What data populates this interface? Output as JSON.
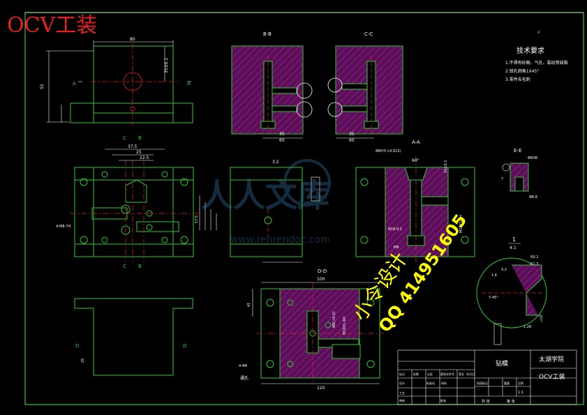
{
  "drawing_title": "OCV工装",
  "watermarks": {
    "site": "人人文库",
    "site_url": "www.renrendoc.com",
    "designer": "小令设计",
    "qq": "QQ 414951605"
  },
  "section_labels": {
    "bb": "B-B",
    "cc": "C-C",
    "aa": "A-A",
    "ee": "E-E",
    "dd": "D-D",
    "detail_num": "1",
    "detail_scale": "4:1"
  },
  "tech_requirements": {
    "title": "技术要求",
    "items": [
      "1.不得有砂眼、气孔、裂纹等缺陷",
      "2.锐孔倒角1X45°",
      "3.零件去毛刺"
    ]
  },
  "dimensions": {
    "top_width": "80",
    "top_height": "55",
    "center_dim": "35±0.1",
    "bb_w1": "35",
    "bb_w2": "60",
    "cc_w1": "35",
    "cc_w2": "60",
    "plan_a": "37.5",
    "plan_b": "25",
    "plan_c": "22.5",
    "plan_d": "17.5",
    "aa_angle": "60°",
    "aa_tol": "15±0.1",
    "aa_hole": "Φ8H7(+0.015)",
    "aa_dia": "Φ18-0.1",
    "aa_m10": "M10X1-6H",
    "aa_m8": "M8",
    "ee_hole": "Φ6H8",
    "ee_dia": "Φ8.8",
    "ee_h": "7",
    "dd_w": "120",
    "dd_w2": "100",
    "dd_h": "41",
    "dd_m": "M10X1-6H",
    "dd_d": "Φ8(+0.0)",
    "detail_r": "R0.2",
    "detail_r2": "R1.3",
    "detail_1": "1.6",
    "detail_2": "3.2",
    "detail_3": "1.28",
    "detail_4": "7-45°",
    "left_note": "4-M8-7H",
    "dd_note": "4-Φ8",
    "dd_note2": "通孔",
    "bot_h": "25"
  },
  "title_block": {
    "part_name": "钻模",
    "school": "太湖学院",
    "drawing_no": "OCV工装",
    "stage": "阶段标记",
    "weight": "重量",
    "scale_label": "比例",
    "scale": "1:1",
    "sheet": "共 张",
    "sheet2": "第 张",
    "design": "设计",
    "standard": "标准化",
    "review": "审核",
    "process": "工艺",
    "approve": "批准",
    "mark": "标记",
    "count": "处数",
    "zone": "分区",
    "change_no": "更改文件号",
    "signature": "签名",
    "date": "年月日",
    "material": "材料"
  }
}
